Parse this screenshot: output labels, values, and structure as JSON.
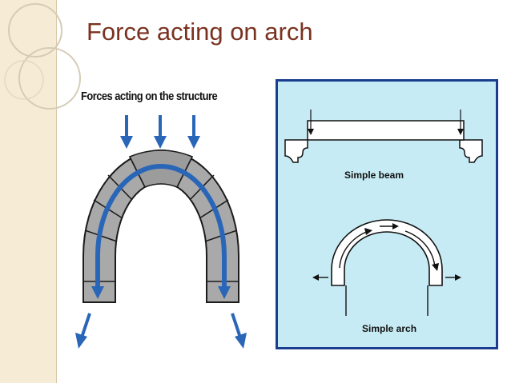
{
  "slide": {
    "title": "Force acting on arch",
    "colors": {
      "title": "#7a3220",
      "side_band": "#f6ecd6",
      "arch_stone": "#a9a9a9",
      "flow_arrow": "#2a66b8",
      "panel_background": "#c7ebf4",
      "panel_border": "#1a3d8f"
    }
  },
  "left_figure": {
    "caption": "Forces acting on the structure"
  },
  "right_figure": {
    "beam_label": "Simple beam",
    "arch_label": "Simple arch"
  }
}
